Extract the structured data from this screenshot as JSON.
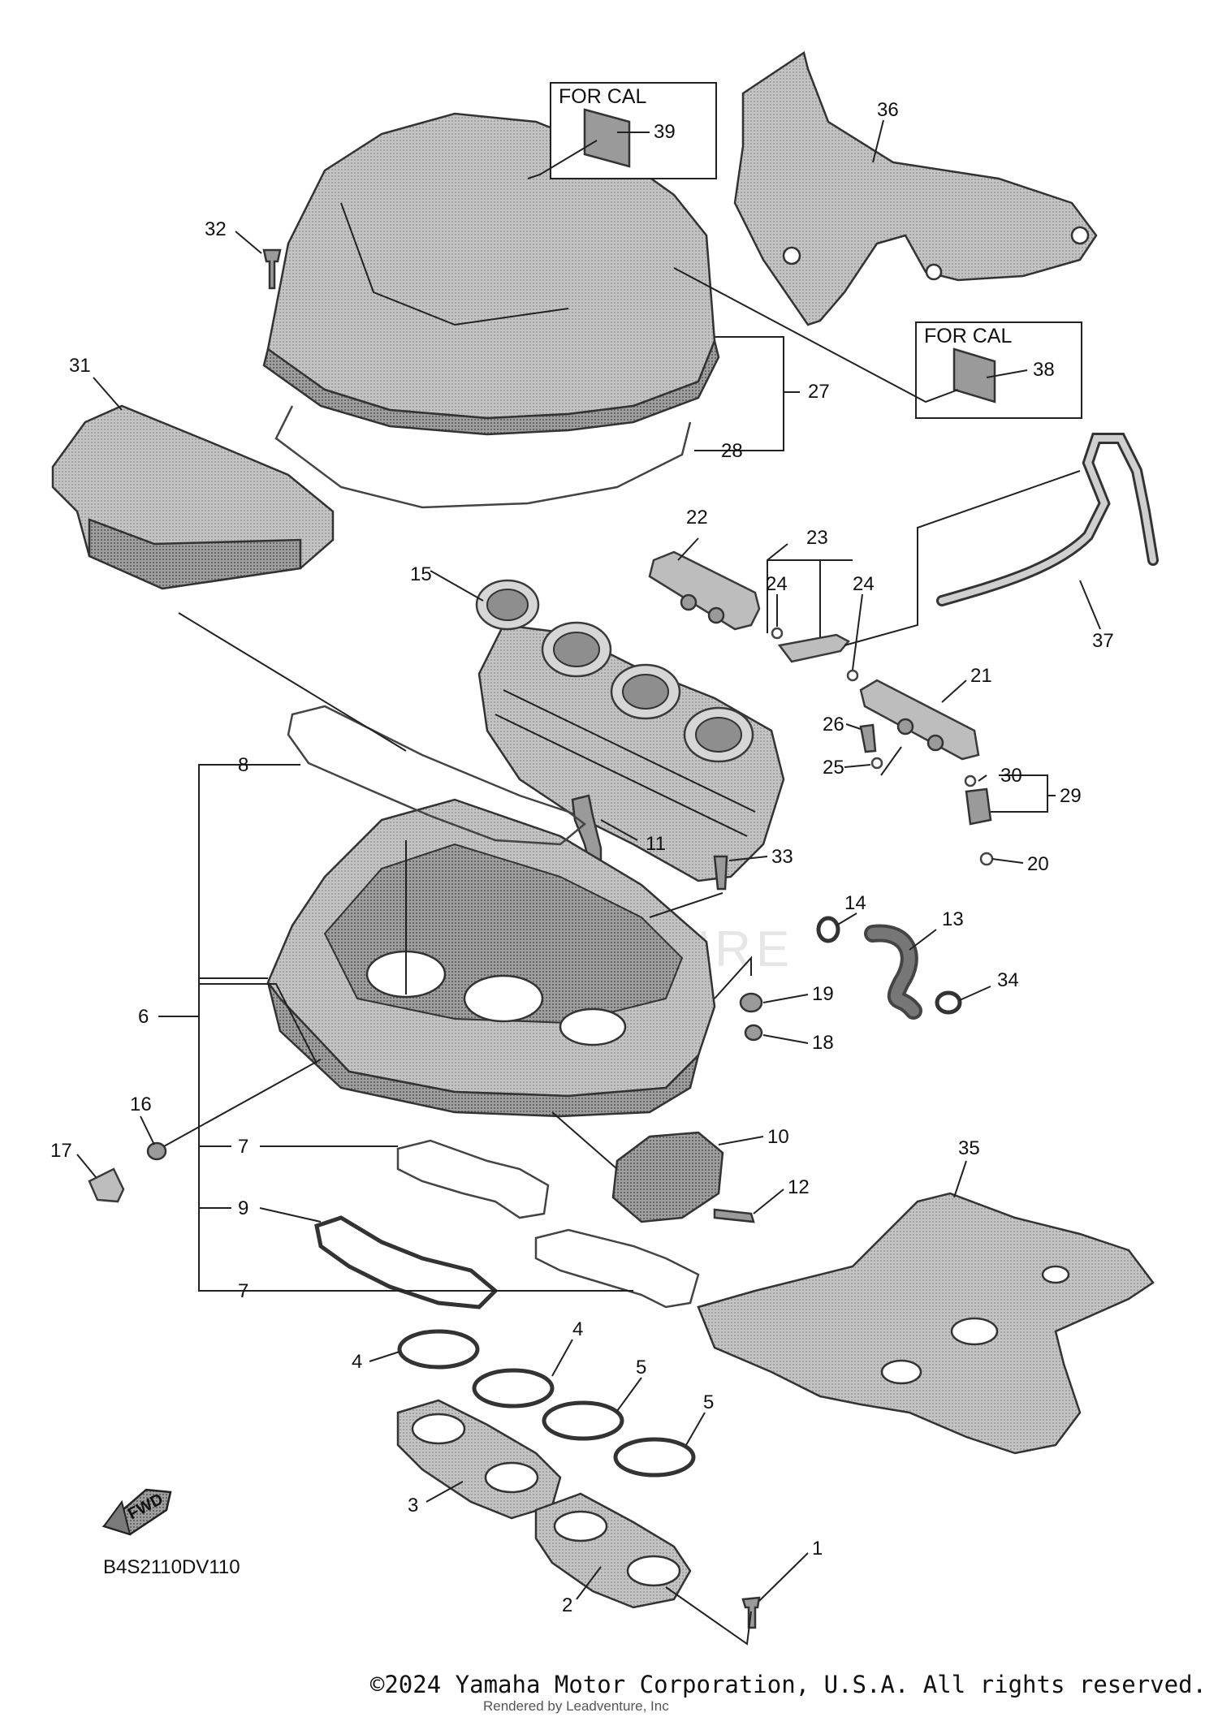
{
  "diagram": {
    "diagram_code": "B4S2110DV110",
    "fwd_label": "FWD",
    "for_cal_label": "FOR CAL",
    "callouts": {
      "c1": "1",
      "c2": "2",
      "c3": "3",
      "c4a": "4",
      "c4b": "4",
      "c5a": "5",
      "c5b": "5",
      "c6": "6",
      "c7a": "7",
      "c7b": "7",
      "c8": "8",
      "c9": "9",
      "c10": "10",
      "c11": "11",
      "c12": "12",
      "c13": "13",
      "c14": "14",
      "c15": "15",
      "c16": "16",
      "c17": "17",
      "c18": "18",
      "c19": "19",
      "c20": "20",
      "c21": "21",
      "c22": "22",
      "c23": "23",
      "c24a": "24",
      "c24b": "24",
      "c25": "25",
      "c26": "26",
      "c27": "27",
      "c28": "28",
      "c29": "29",
      "c30": "30",
      "c31": "31",
      "c32": "32",
      "c33": "33",
      "c34": "34",
      "c35": "35",
      "c36": "36",
      "c37": "37",
      "c38": "38",
      "c39": "39"
    }
  },
  "footer": {
    "copyright": "©2024 Yamaha Motor Corporation, U.S.A. All rights reserved.",
    "rendered_by": "Rendered by Leadventure, Inc"
  },
  "watermark": "VENTURE"
}
